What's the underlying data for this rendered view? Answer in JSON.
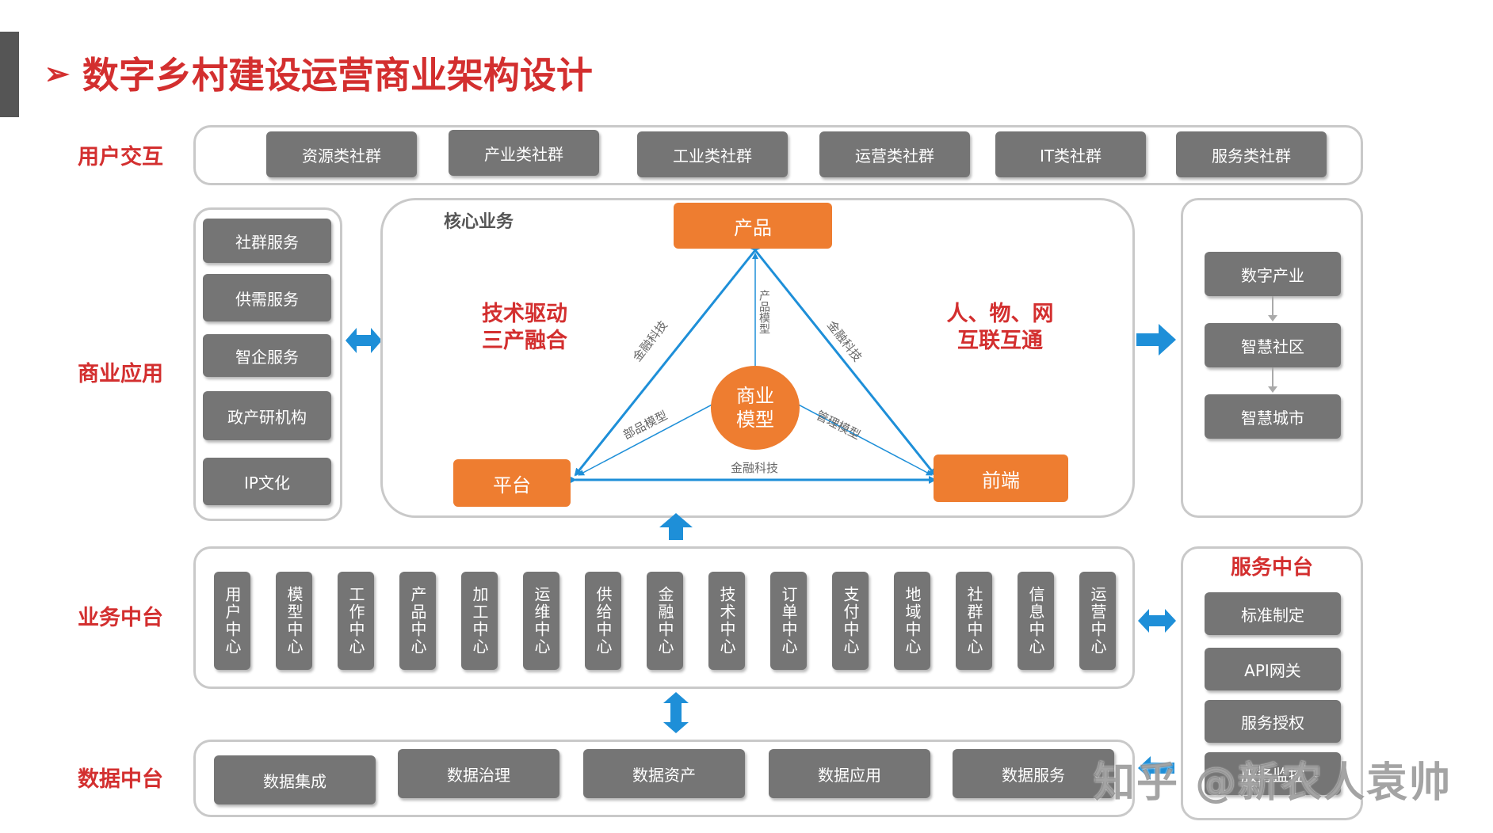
{
  "title": "数字乡村建设运营商业架构设计",
  "row_labels": {
    "user_interaction": "用户交互",
    "business_app": "商业应用",
    "business_middle": "业务中台",
    "data_middle": "数据中台"
  },
  "user_interaction": [
    "资源类社群",
    "产业类社群",
    "工业类社群",
    "运营类社群",
    "IT类社群",
    "服务类社群"
  ],
  "business_app_left": [
    "社群服务",
    "供需服务",
    "智企服务",
    "政产研机构",
    "IP文化"
  ],
  "core": {
    "label": "核心业务",
    "left_text": "技术驱动\n三产融合",
    "right_text": "人、物、网\n互联互通",
    "product": "产品",
    "platform": "平台",
    "frontend": "前端",
    "center": "商业\n模型",
    "edge_labels": {
      "left_edge": "金融科技",
      "right_edge": "金融科技",
      "bottom_edge": "金融科技",
      "center_up": "产品模型",
      "center_left": "部品模型",
      "center_right": "管理模型"
    }
  },
  "business_app_right": [
    "数字产业",
    "智慧社区",
    "智慧城市"
  ],
  "business_middle": [
    "用户中心",
    "模型中心",
    "工作中心",
    "产品中心",
    "加工中心",
    "运维中心",
    "供给中心",
    "金融中心",
    "技术中心",
    "订单中心",
    "支付中心",
    "地域中心",
    "社群中心",
    "信息中心",
    "运营中心"
  ],
  "service_middle": {
    "title": "服务中台",
    "items": [
      "标准制定",
      "API网关",
      "服务授权",
      "服务监控"
    ]
  },
  "data_middle": [
    "数据集成",
    "数据治理",
    "数据资产",
    "数据应用",
    "数据服务"
  ],
  "watermark": "知乎 @新农人袁帅",
  "colors": {
    "accent_red": "#d32f2f",
    "orange": "#ee7d30",
    "gray_button": "#757575",
    "blue_arrow": "#1e8fd8",
    "frame": "#c9c9c9"
  }
}
